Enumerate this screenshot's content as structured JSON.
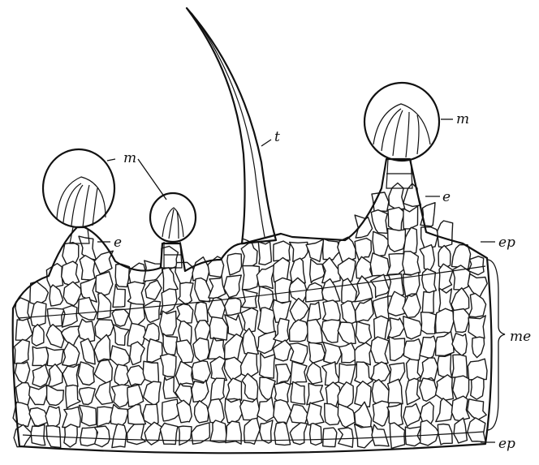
{
  "diagram": {
    "labels": {
      "m": "m",
      "t": "t",
      "e": "e",
      "ep": "ep",
      "me": "me"
    },
    "colors": {
      "line": "#111111",
      "background": "#ffffff"
    }
  }
}
